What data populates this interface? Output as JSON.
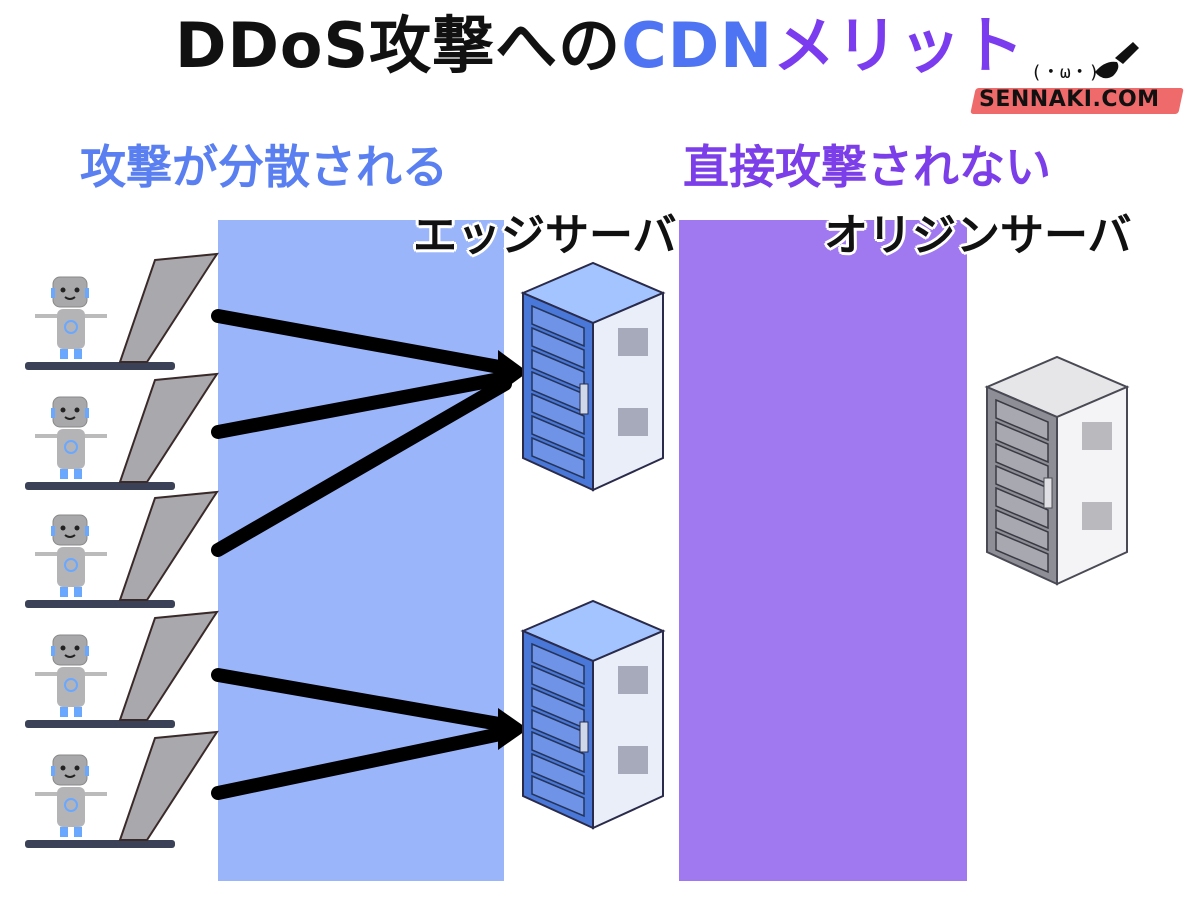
{
  "title": {
    "part1": "DDoS攻撃への",
    "part2": "CDN",
    "part3": "メリット"
  },
  "logo": {
    "text": "SENNAKI.COM",
    "face": "(・ω・)"
  },
  "left_caption": "攻撃が分散される",
  "right_caption": "直接攻撃されない",
  "labels": {
    "edge_server": "エッジサーバ",
    "origin_server": "オリジンサーバ"
  },
  "colors": {
    "blue_band": "#9bb5fb",
    "purple_band": "#a078ef",
    "title_blue": "#4f74f3",
    "title_purple": "#7b3cf0",
    "logo_stripe": "#ef6a6a"
  },
  "icons": {
    "attacker": "robot-with-laptop-icon",
    "server": "server-rack-icon",
    "arrow": "attack-arrow-icon"
  }
}
